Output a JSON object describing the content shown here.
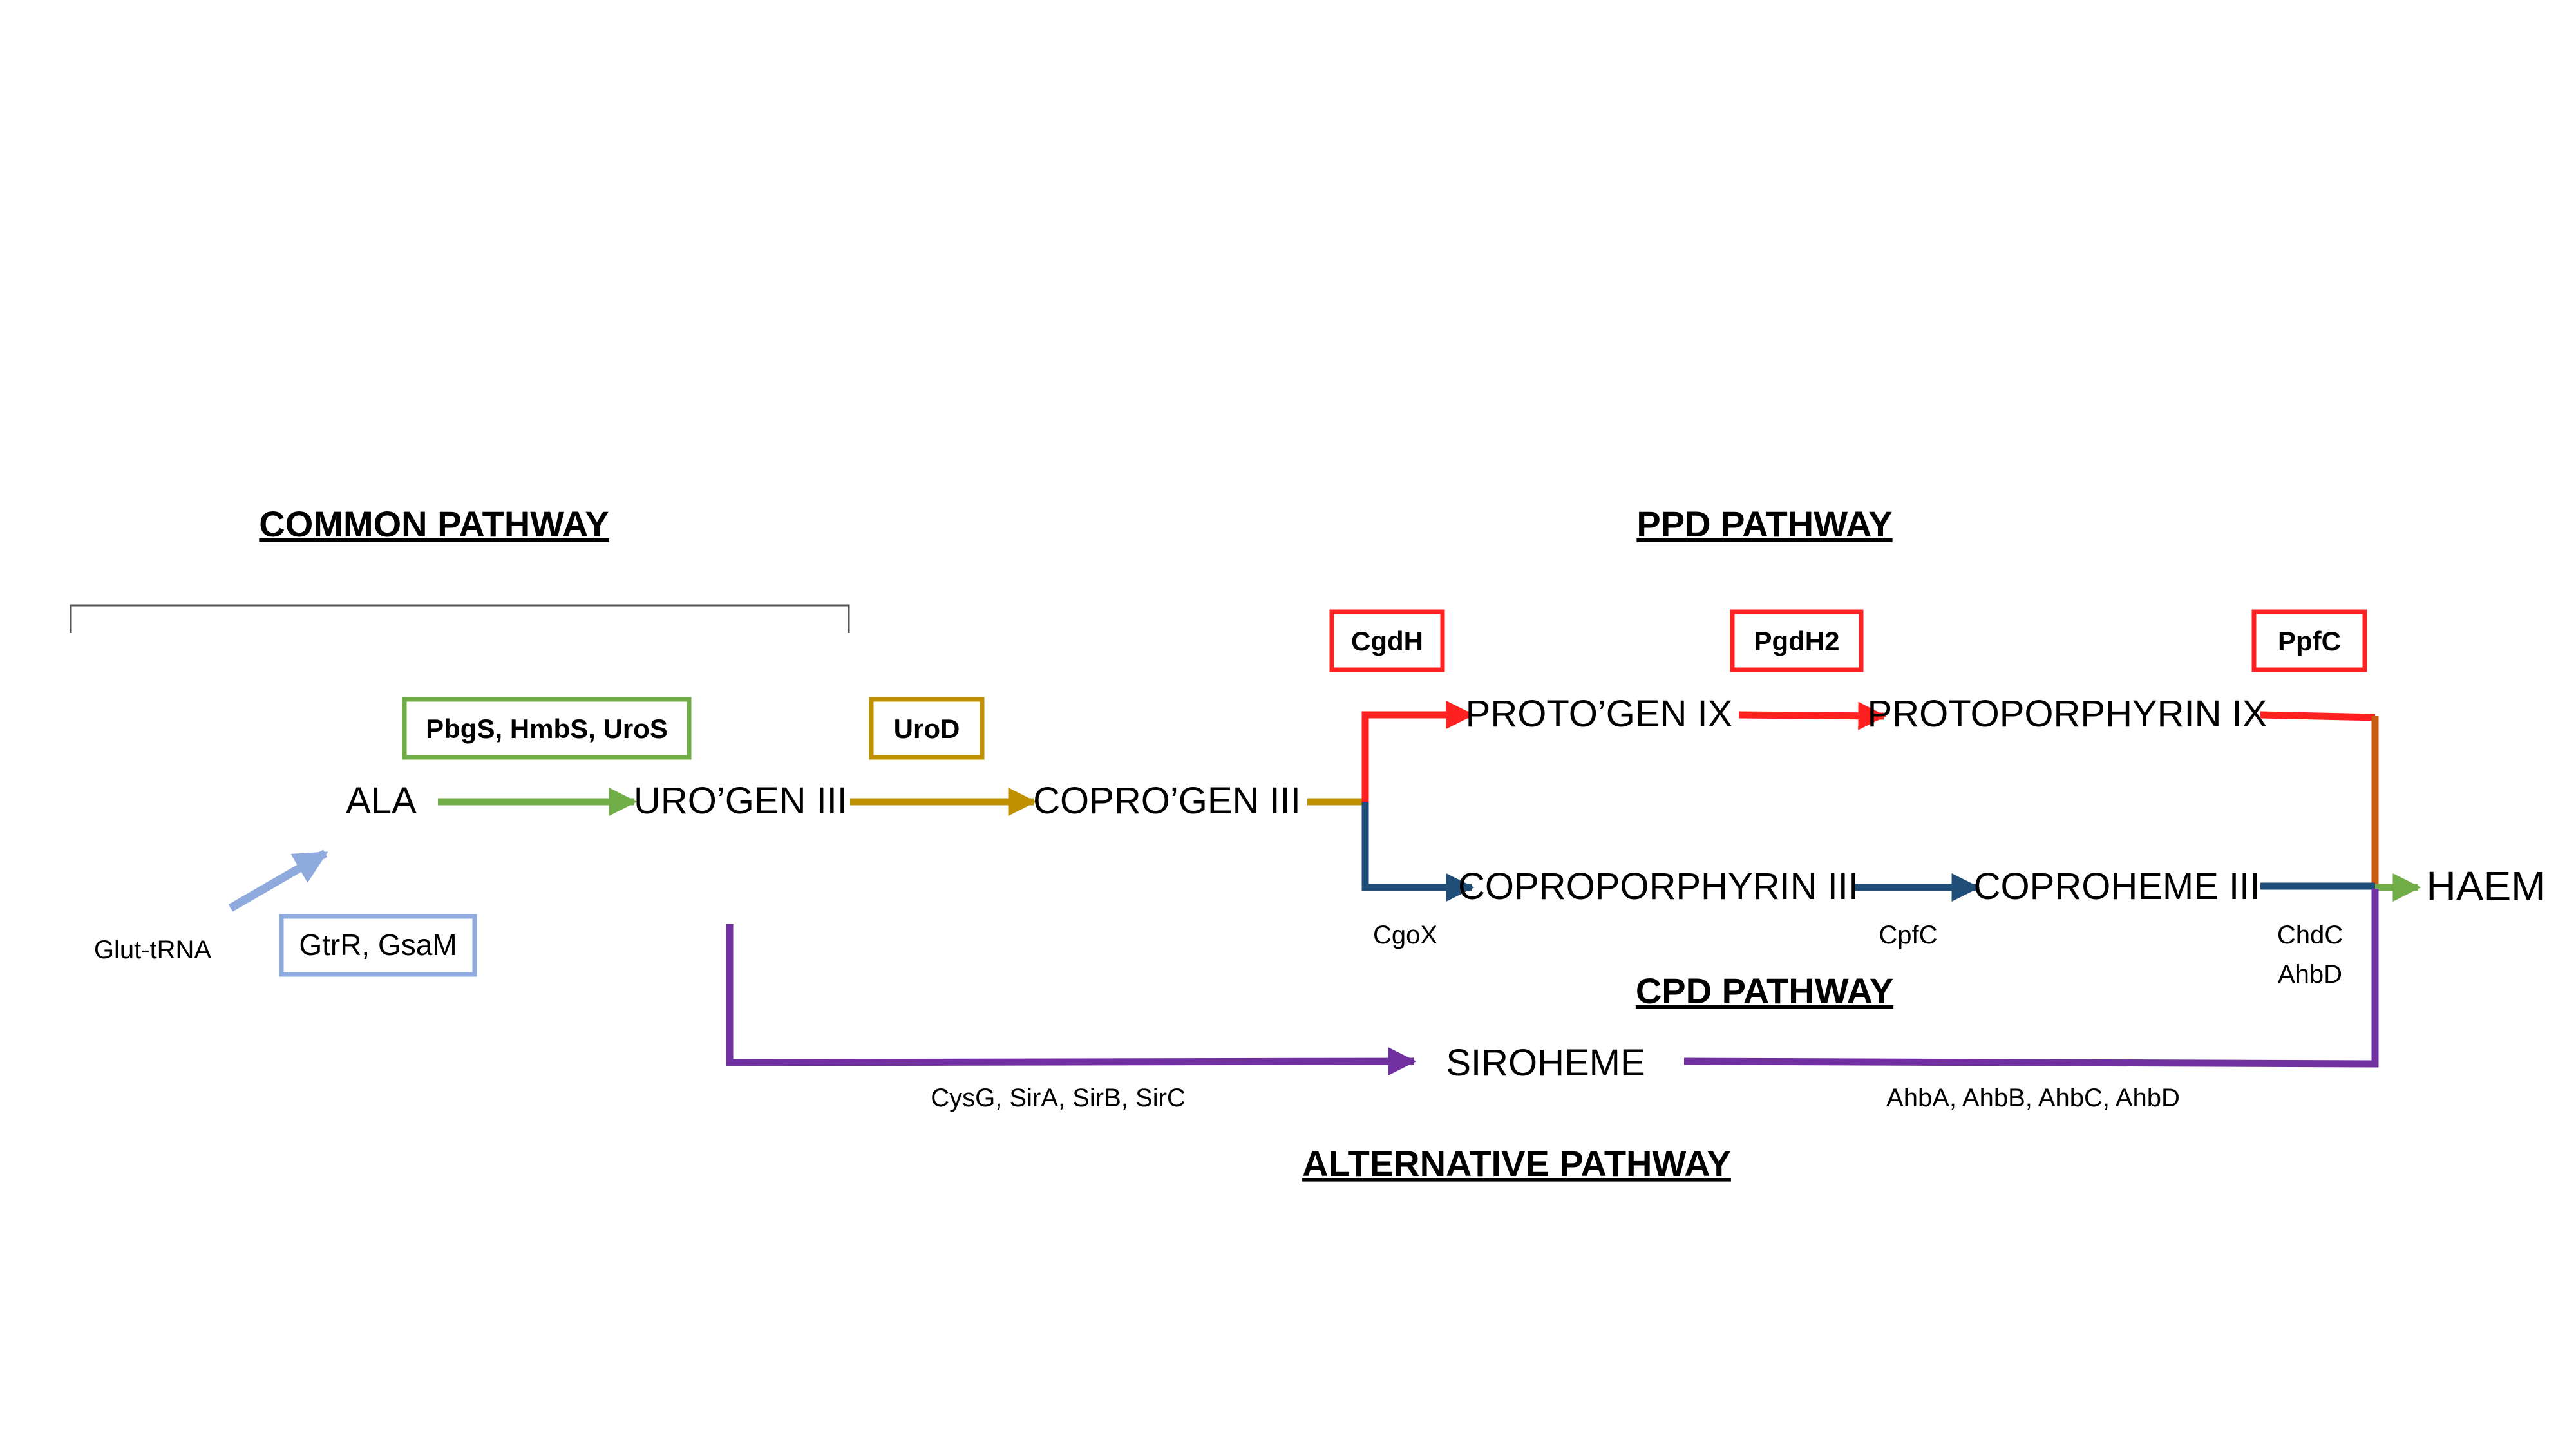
{
  "headings": {
    "common": "COMMON PATHWAY",
    "ppd": "PPD PATHWAY",
    "cpd": "CPD PATHWAY",
    "alternative": "ALTERNATIVE PATHWAY"
  },
  "molecules": {
    "ala": "ALA",
    "urogen": "URO’GEN III",
    "coprogen": "COPRO’GEN III",
    "protogen": "PROTO’GEN IX",
    "protoporphyrin": "PROTOPORPHYRIN IX",
    "coproporphyrin": "COPROPORPHYRIN III",
    "coproheme": "COPROHEME III",
    "haem": "HAEM",
    "siroheme": "SIROHEME",
    "glut_trna": "Glut-tRNA"
  },
  "enzyme_boxes": {
    "pbgs": "PbgS, HmbS, UroS",
    "urod": "UroD",
    "cgdh": "CgdH",
    "pgdh2": "PgdH2",
    "ppfc": "PpfC",
    "gtrr": "GtrR, GsaM"
  },
  "enzyme_labels": {
    "cgox": "CgoX",
    "cpfc": "CpfC",
    "chdc": "ChdC",
    "ahbd": "AhbD",
    "cysg": "CysG, SirA, SirB, SirC",
    "ahb": "AhbA, AhbB, AhbC, AhbD"
  },
  "colors": {
    "green": "#70ad47",
    "gold": "#bf9000",
    "red": "#ff2020",
    "navy": "#1f4e79",
    "purple": "#7030a0",
    "light_blue": "#8faadc",
    "orange": "#c55a11",
    "bracket": "#555555"
  }
}
